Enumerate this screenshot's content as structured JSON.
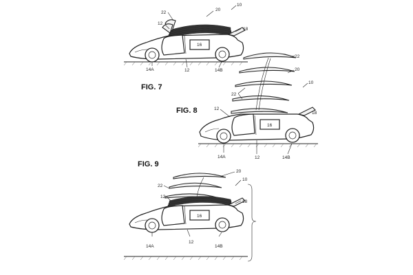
{
  "figures": [
    {
      "title": "FIG. 7",
      "refs": {
        "assembly": "10",
        "wing_system": "20",
        "wing": "22",
        "door": "12",
        "door_lower": "12",
        "label_box": "16",
        "tail": "18",
        "front_wheel": "14A",
        "rear_wheel": "14B"
      }
    },
    {
      "title": "FIG. 8",
      "refs": {
        "assembly": "10",
        "wing_system": "20",
        "wing": "22",
        "wing_lower": "22",
        "door": "12",
        "door_lower": "12",
        "label_box": "16",
        "tail": "18",
        "front_wheel": "14A",
        "rear_wheel": "14B"
      }
    },
    {
      "title": "FIG. 9",
      "refs": {
        "assembly": "10",
        "wing_system": "20",
        "wing": "22",
        "door": "12",
        "door_lower": "12",
        "label_box": "16",
        "tail": "18",
        "front_wheel": "14A",
        "rear_wheel": "14B"
      }
    }
  ]
}
